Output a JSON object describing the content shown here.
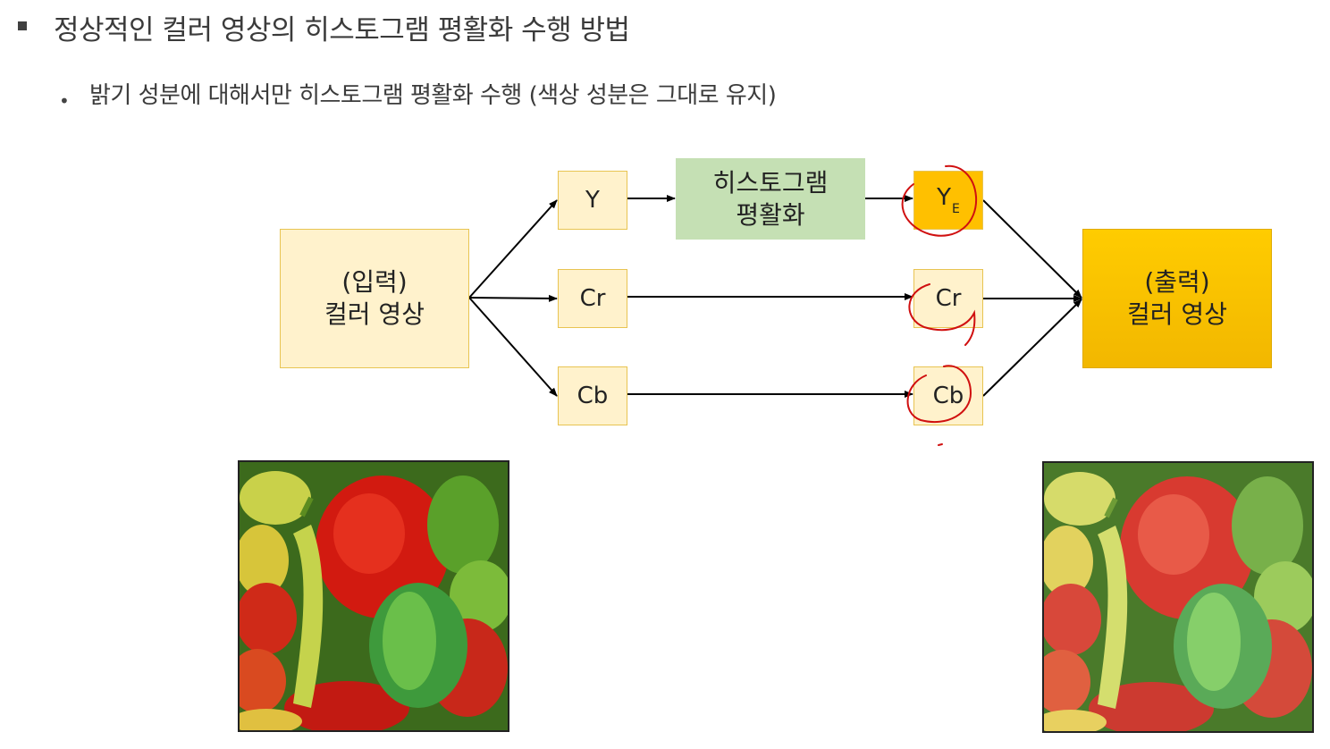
{
  "heading": "정상적인 컬러 영상의 히스토그램 평활화 수행 방법",
  "subheading": "밝기 성분에 대해서만 히스토그램 평활화 수행 (색상 성분은 그대로 유지)",
  "diagram": {
    "input": {
      "line1": "(입력)",
      "line2": "컬러 영상"
    },
    "channels": {
      "y": "Y",
      "cr": "Cr",
      "cb": "Cb"
    },
    "process": {
      "line1": "히스토그램",
      "line2": "평활화"
    },
    "equalized": {
      "base": "Y",
      "subscript": "E"
    },
    "out_channels": {
      "cr": "Cr",
      "cb": "Cb"
    },
    "output": {
      "line1": "(출력)",
      "line2": "컬러 영상"
    }
  },
  "colors": {
    "light_box": "#fff2cc",
    "process_box": "#c5e0b4",
    "highlight_box": "#ffc000",
    "annotation": "#d01010"
  },
  "images": {
    "input_photo": "peppers-input-image",
    "output_photo": "peppers-equalized-image"
  }
}
